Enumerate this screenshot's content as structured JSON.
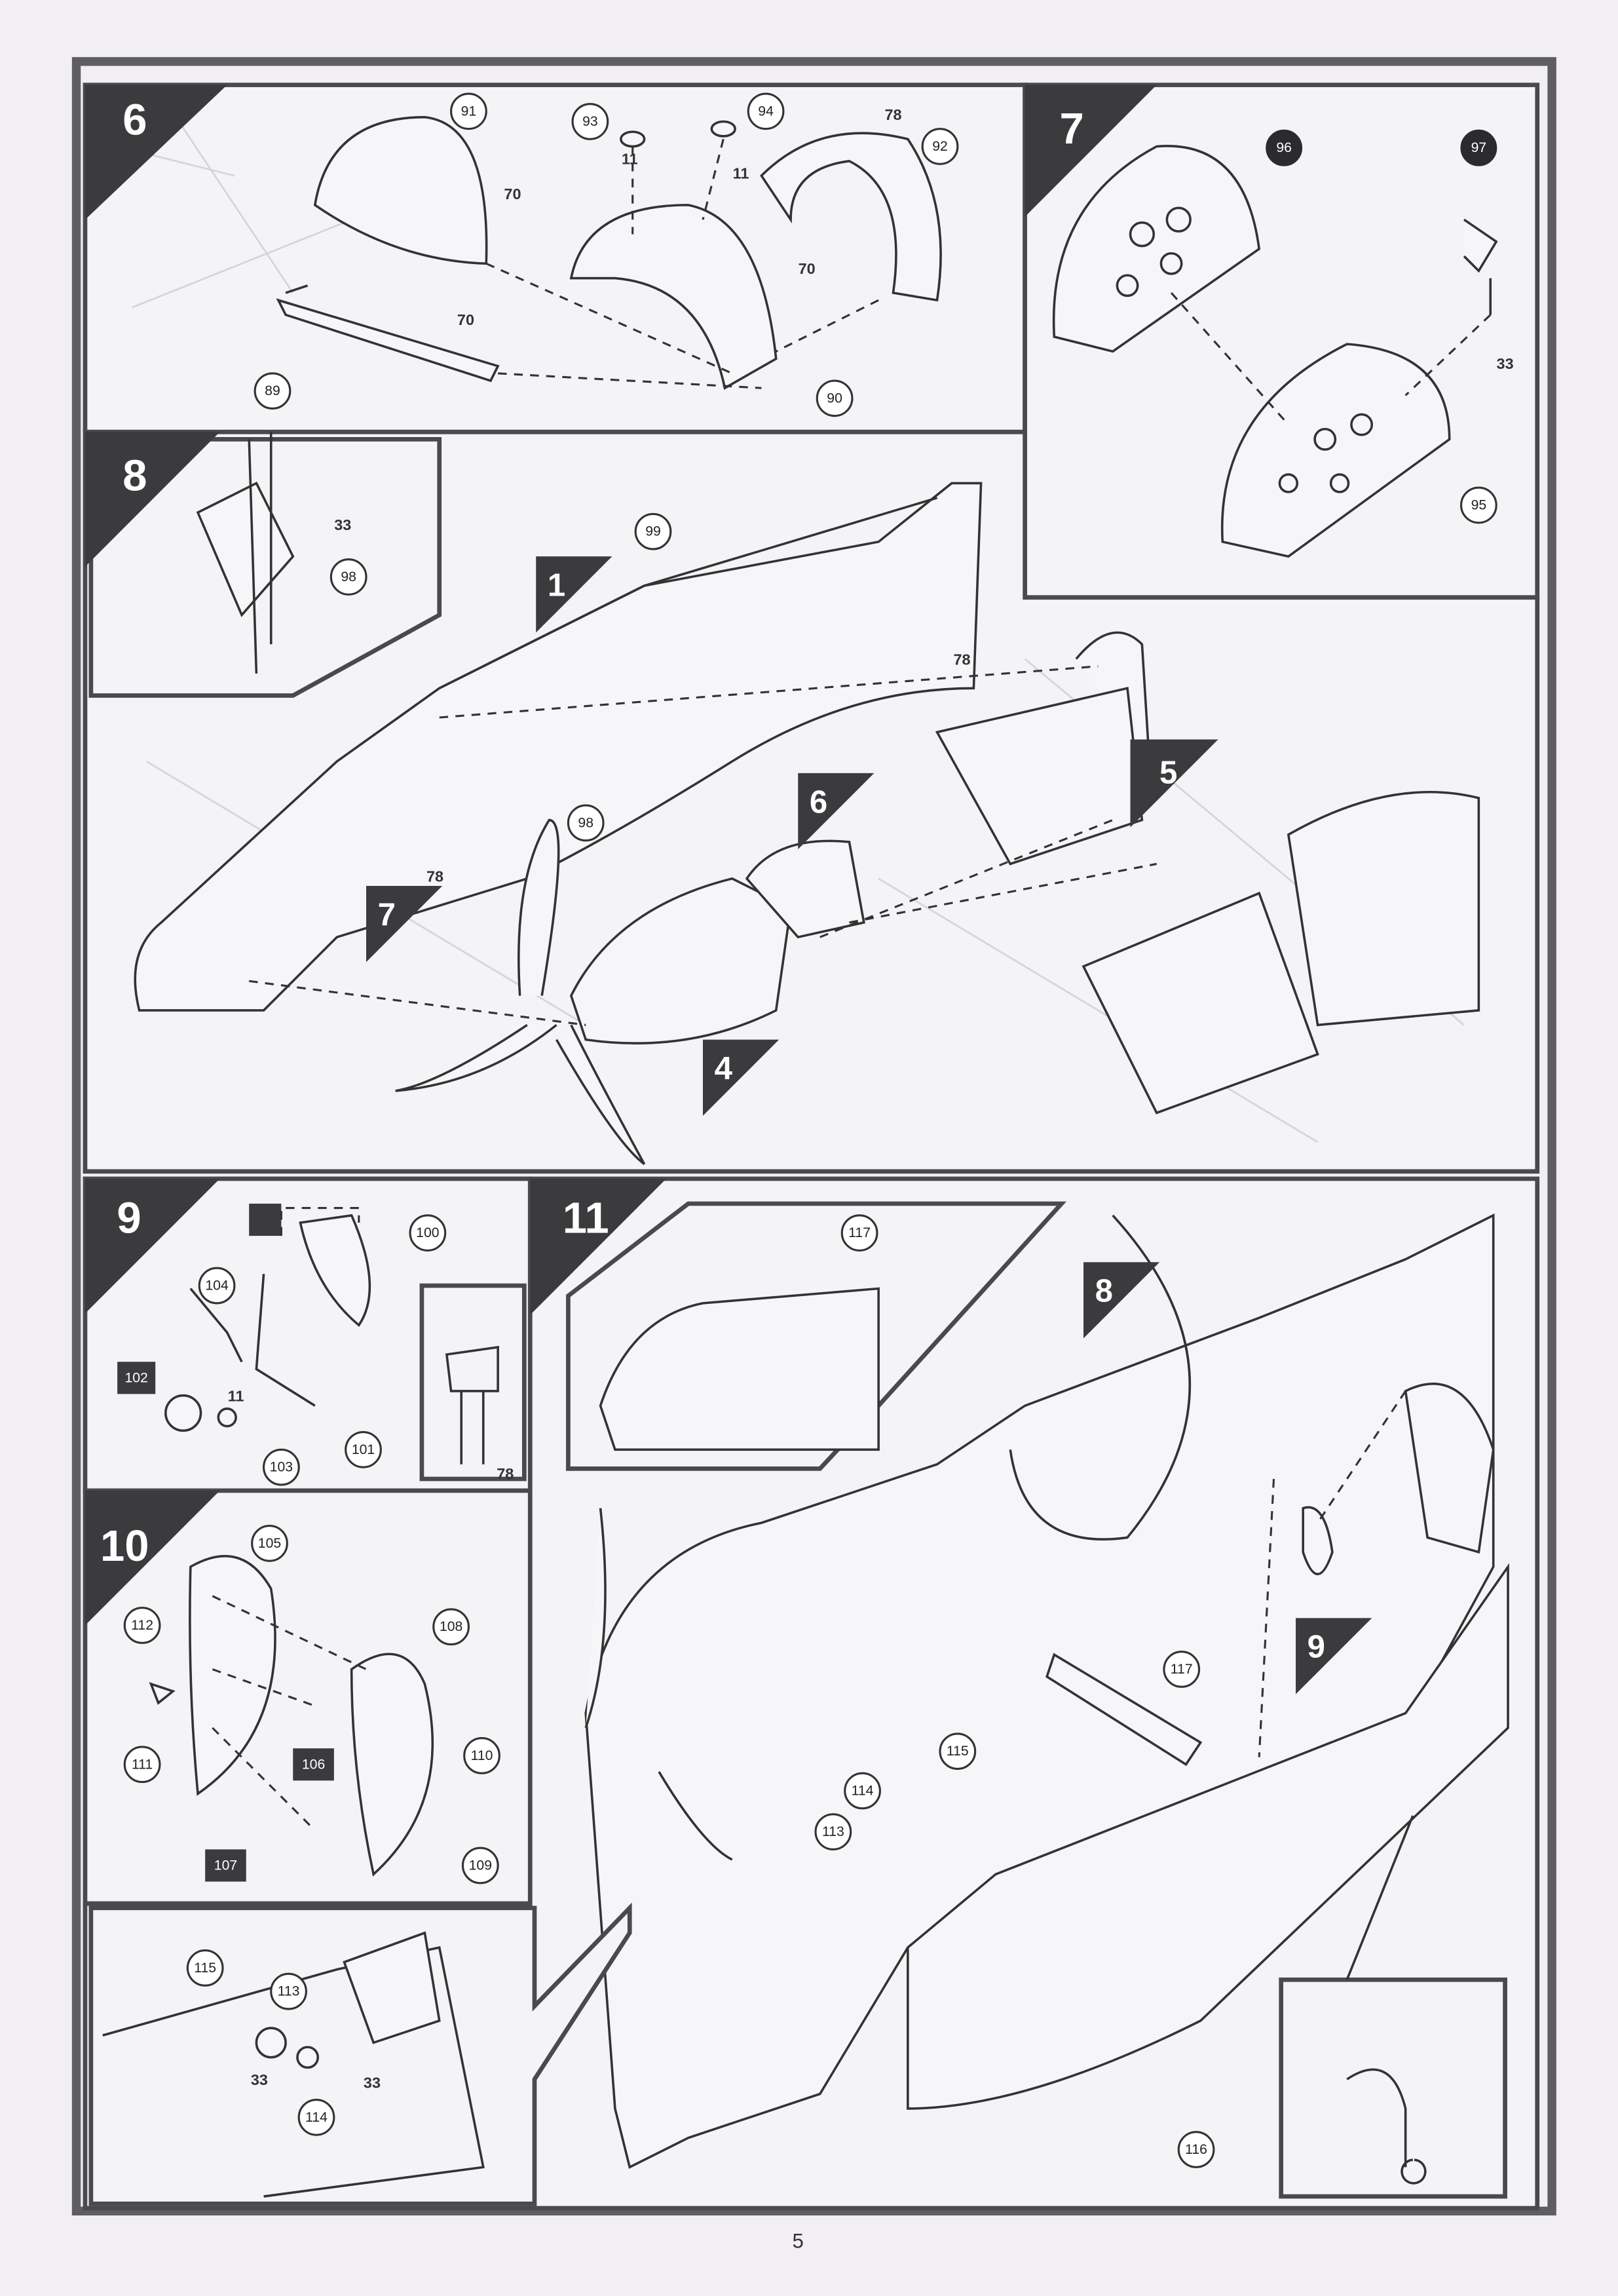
{
  "page_number": "5",
  "steps": {
    "s6": {
      "number": "6",
      "callouts": {
        "c91": "91",
        "c93": "93",
        "c94": "94",
        "c92": "92",
        "c89": "89",
        "c90": "90"
      },
      "labels": {
        "l70a": "70",
        "l11a": "11",
        "l11b": "11",
        "l78": "78",
        "l70b": "70",
        "l70c": "70"
      }
    },
    "s7": {
      "number": "7",
      "callouts": {
        "c96": "96",
        "c97": "97",
        "c95": "95"
      },
      "labels": {
        "l33": "33"
      }
    },
    "s8": {
      "number": "8",
      "callouts": {
        "c98a": "98",
        "c99": "99",
        "c98b": "98"
      },
      "labels": {
        "l33": "33",
        "l78a": "78",
        "l78b": "78"
      },
      "substeps": {
        "a": "1",
        "b": "6",
        "c": "5",
        "d": "7",
        "e": "4"
      }
    },
    "s9": {
      "number": "9",
      "callouts": {
        "c100": "100",
        "c104": "104",
        "c101": "101",
        "c103": "103"
      },
      "dark_parts": {
        "p102": "102"
      },
      "labels": {
        "l11": "11",
        "l78": "78"
      }
    },
    "s10": {
      "number": "10",
      "callouts": {
        "c105": "105",
        "c112": "112",
        "c108": "108",
        "c111": "111",
        "c110": "110",
        "c109": "109"
      },
      "dark_parts": {
        "p106": "106",
        "p107": "107"
      }
    },
    "s11": {
      "number": "11",
      "callouts": {
        "c117a": "117",
        "c117b": "117",
        "c115": "115",
        "c114": "114",
        "c113": "113",
        "c116": "116",
        "i115": "115",
        "i113": "113",
        "i114": "114"
      },
      "labels": {
        "i33a": "33",
        "i33b": "33"
      },
      "substeps": {
        "a": "8",
        "b": "9"
      }
    }
  },
  "colors": {
    "ink": "#333333",
    "frame": "#5e5d60",
    "badge": "#3b3a3d",
    "paper": "#f4f3f6"
  }
}
